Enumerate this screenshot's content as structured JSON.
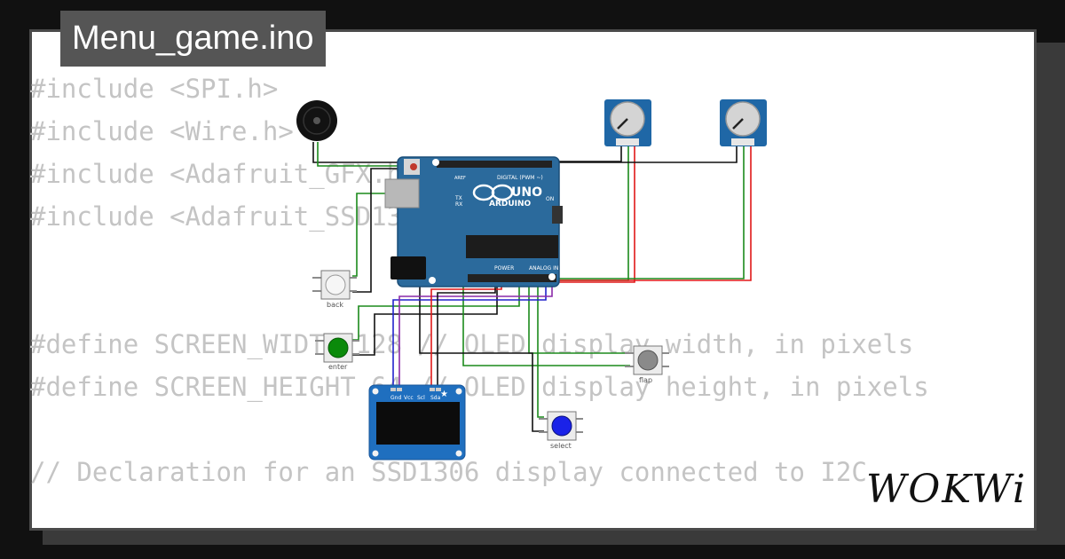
{
  "project": {
    "title": "Menu_game.ino"
  },
  "code": {
    "lines": [
      "#include <SPI.h>",
      "#include <Wire.h>",
      "#include <Adafruit_GFX.h>",
      "#include <Adafruit_SSD1306.h>",
      "",
      "",
      "#define SCREEN_WIDTH 128 // OLED display width, in pixels",
      "#define SCREEN_HEIGHT 64 // OLED display height, in pixels",
      "",
      "// Declaration for an SSD1306 display connected to I2C"
    ]
  },
  "board": {
    "name": "ARDUINO",
    "model": "UNO",
    "digital_label": "DIGITAL (PWM ~)",
    "power_label": "POWER",
    "analog_label": "ANALOG IN",
    "tx_label": "TX",
    "rx_label": "RX",
    "on_label": "ON",
    "aref_label": "AREF"
  },
  "buttons": {
    "back": "back",
    "enter": "enter",
    "flap": "flap",
    "select": "select"
  },
  "oled": {
    "pins": [
      "Gnd",
      "Vcc",
      "Scl",
      "Sda"
    ]
  },
  "brand": {
    "logo": "WOKWi"
  },
  "colors": {
    "board": "#2b6a9c",
    "wire_green": "#1c8a1c",
    "wire_red": "#e01818",
    "wire_blue": "#2222cc",
    "wire_purple": "#8a2aa8",
    "wire_black": "#111111",
    "button_enter": "#0a8a0a",
    "button_select": "#1a22e8",
    "button_flap": "#8a8a8a",
    "button_back": "#f2f2f2"
  }
}
